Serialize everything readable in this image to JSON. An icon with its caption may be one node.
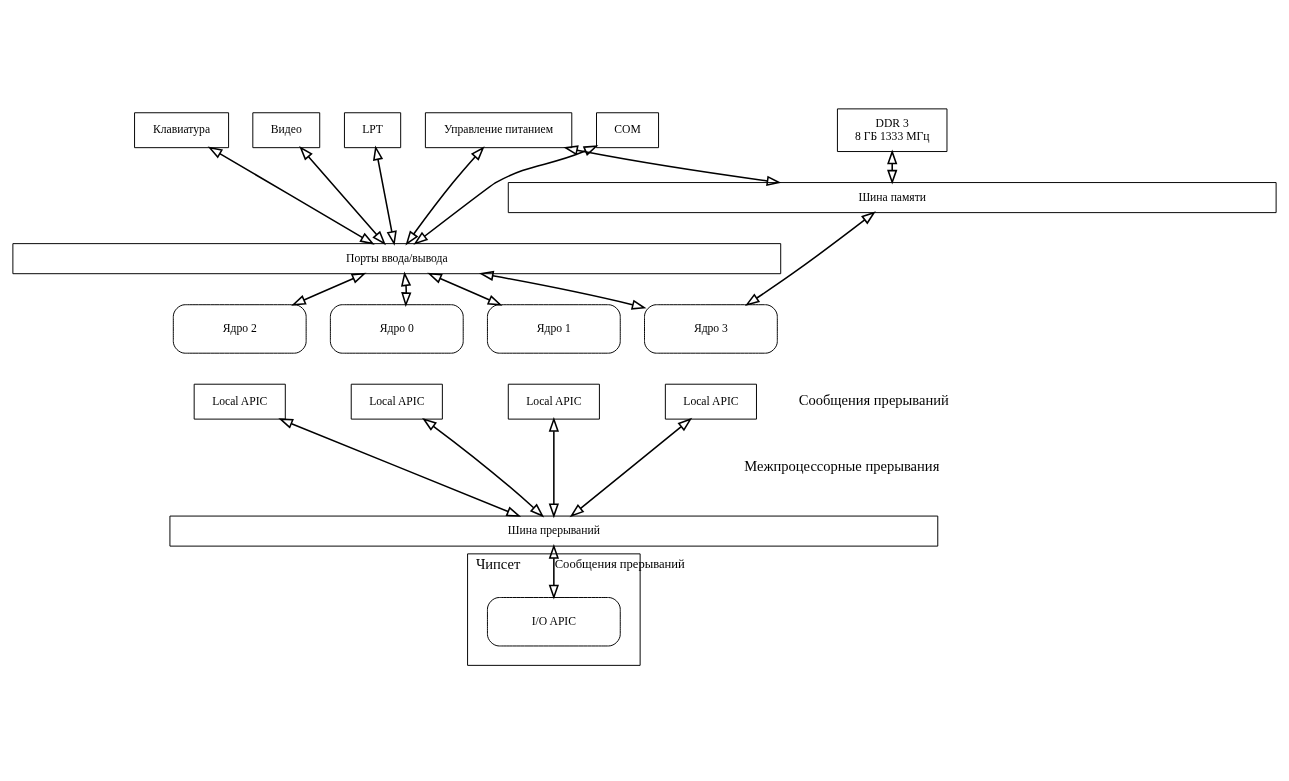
{
  "diagram": {
    "nodes": [
      {
        "text": [
          "COM"
        ]
      },
      {
        "text": [
          "LPT"
        ]
      },
      {
        "text": [
          "Клавиатура"
        ]
      },
      {
        "text": [
          "Видео"
        ]
      },
      {
        "text": [
          "Управление питанием"
        ]
      },
      {
        "text": [
          "DDR 3",
          "8 ГБ 1333 МГц"
        ]
      },
      {
        "text": [
          "Шина памяти"
        ]
      },
      {
        "text": [
          "Порты ввода/вывода"
        ]
      },
      {
        "text": [
          "Ядро 0"
        ]
      },
      {
        "text": [
          "Local APIC"
        ]
      },
      {
        "text": [
          "Ядро 1"
        ]
      },
      {
        "text": [
          "Local APIC"
        ]
      },
      {
        "text": [
          "Ядро 2"
        ]
      },
      {
        "text": [
          "Local APIC"
        ]
      },
      {
        "text": [
          "Ядро 3"
        ]
      },
      {
        "text": [
          "Local APIC"
        ]
      },
      {
        "text": [
          "Шина прерываний"
        ]
      },
      {
        "text": [
          "Чипсет"
        ]
      },
      {
        "text": [
          "I/O APIC"
        ],
        "in": 17
      }
    ],
    "edges": [
      {
        "from": 0,
        "to": 7,
        "arrow": "both"
      },
      {
        "from": 1,
        "to": 7,
        "arrow": "both"
      },
      {
        "from": 2,
        "to": 7,
        "arrow": "both"
      },
      {
        "from": 3,
        "to": 7,
        "arrow": "both"
      },
      {
        "from": 4,
        "to": 7,
        "arrow": "both"
      },
      {
        "from": 4,
        "to": 6,
        "arrow": "both"
      },
      {
        "from": 5,
        "to": 6,
        "arrow": "both"
      },
      {
        "from": 6,
        "to": 14,
        "arrow": "both"
      },
      {
        "from": 7,
        "to": 8,
        "arrow": "both"
      },
      {
        "from": 7,
        "to": 10,
        "arrow": "both"
      },
      {
        "from": 7,
        "to": 12,
        "arrow": "both"
      },
      {
        "from": 7,
        "to": 14,
        "arrow": "both"
      },
      {
        "from": 9,
        "to": 16,
        "arrow": "both"
      },
      {
        "from": 11,
        "to": 16,
        "arrow": "both"
      },
      {
        "from": 13,
        "to": 16,
        "arrow": "both"
      },
      {
        "from": 15,
        "to": 16,
        "arrow": "both"
      },
      {
        "from": 16,
        "to": 18,
        "label": "Сообщения прерываний",
        "arrow": "both"
      }
    ],
    "labels": [
      "Сообщения прерываний",
      "Межпроцессорные прерывания"
    ]
  }
}
